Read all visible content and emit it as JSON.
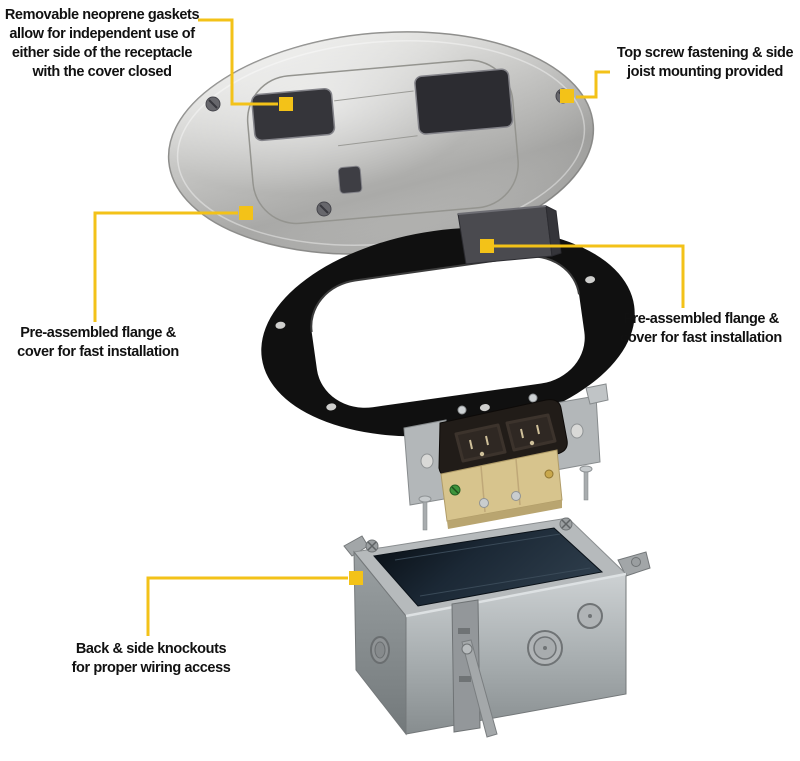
{
  "page": {
    "background": "#FFFFFF"
  },
  "colors": {
    "accent_yellow": "#F3C218",
    "annotation_text": "#111111",
    "plate_metal": "#C4C4C2",
    "gasket_black": "#101010",
    "receptacle_body_tan": "#D7C48D",
    "receptacle_face_dark": "#211C18",
    "box_steel": "#AAB0B2",
    "box_interior": "#1B2835",
    "ground_screw_green": "#3D943D"
  },
  "annotations": {
    "removable_gaskets": {
      "text": "Removable neoprene gaskets\nallow for independent use of\neither side of the receptacle\nwith the cover closed"
    },
    "top_screw_fastening": {
      "text": "Top screw fastening & side\njoist mounting provided"
    },
    "preassembled_flange_left": {
      "text": "Pre-assembled flange &\ncover for fast installation"
    },
    "preassembled_flange_right": {
      "text": "Pre-assembled flange &\ncover for fast installation"
    },
    "knockouts": {
      "text": "Back & side knockouts\nfor proper wiring access"
    }
  },
  "product": {
    "parts": [
      "round brushed-metal cover plate with two flip lids",
      "black neoprene gasket ring",
      "duplex receptacle",
      "galvanized steel floor box"
    ]
  }
}
